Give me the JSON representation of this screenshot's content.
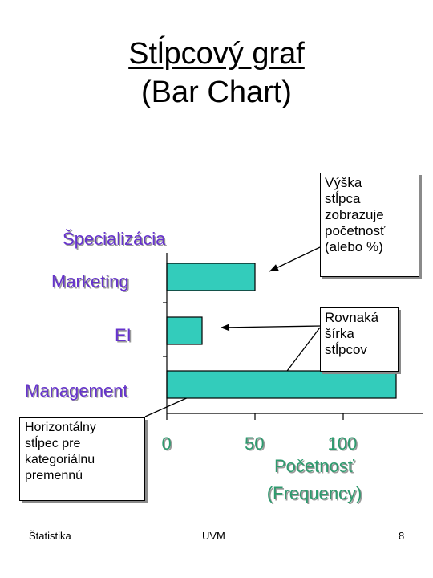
{
  "slide": {
    "title_line1": "Stĺpcový graf",
    "title_line2": "(Bar Chart)"
  },
  "chart_data": {
    "type": "bar",
    "orientation": "horizontal",
    "ylabel": "Špecializácia",
    "categories": [
      "Marketing",
      "EI",
      "Management"
    ],
    "values": [
      50,
      20,
      130
    ],
    "xlabel_line1": "Početnosť",
    "xlabel_line2": "(Frequency)",
    "xticks": [
      0,
      50,
      100
    ],
    "bar_color": "#33ccbb"
  },
  "callouts": {
    "height": [
      "Výška",
      "stĺpca",
      "zobrazuje",
      "početnosť",
      "(alebo %)"
    ],
    "width": [
      "Rovnaká",
      "šírka",
      "stĺpcov"
    ]
  },
  "note": [
    "Horizontálny",
    "stĺpec pre",
    "kategoriálnu",
    "premennú"
  ],
  "footer": {
    "left": "Štatistika",
    "center": "UVM",
    "right": "8"
  }
}
